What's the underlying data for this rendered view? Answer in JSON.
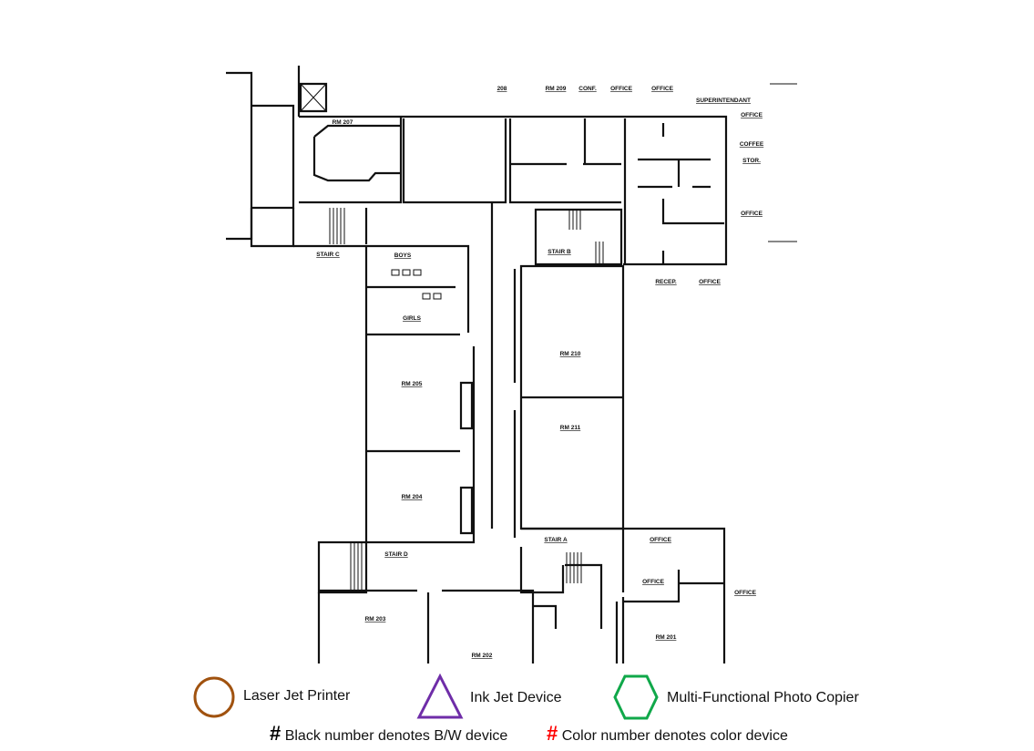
{
  "floorplan": {
    "labels": {
      "r208": "208",
      "rm209": "RM 209",
      "conf": "CONF.",
      "office_top1": "OFFICE",
      "office_top2": "OFFICE",
      "superintendant": "SUPERINTENDANT",
      "office_supt": "OFFICE",
      "coffee": "COFFEE",
      "stor": "STOR.",
      "office_right": "OFFICE",
      "rm207": "RM 207",
      "stair_c": "STAIR C",
      "boys": "BOYS",
      "stair_b": "STAIR B",
      "recep": "RECEP.",
      "office_recep": "OFFICE",
      "girls": "GIRLS",
      "rm210": "RM 210",
      "rm205": "RM 205",
      "rm211": "RM 211",
      "rm204": "RM 204",
      "stair_a": "STAIR A",
      "office_sa": "OFFICE",
      "stair_d": "STAIR D",
      "office_inner": "OFFICE",
      "office_far": "OFFICE",
      "rm203": "RM 203",
      "rm202": "RM 202",
      "rm201": "RM 201"
    }
  },
  "legend": {
    "laser": {
      "label": "Laser Jet Printer",
      "icon": "circle-icon",
      "color": "#a0520f"
    },
    "inkjet": {
      "label": "Ink Jet Device",
      "icon": "triangle-icon",
      "color": "#6f2da8"
    },
    "copier": {
      "label": "Multi-Functional Photo Copier",
      "icon": "hexagon-icon",
      "color": "#10a84a"
    },
    "bw_note": {
      "symbol": "#",
      "label": "Black number denotes B/W device",
      "color": "#000000"
    },
    "color_note": {
      "symbol": "#",
      "label": "Color number denotes color device",
      "color": "#ff0000"
    }
  }
}
